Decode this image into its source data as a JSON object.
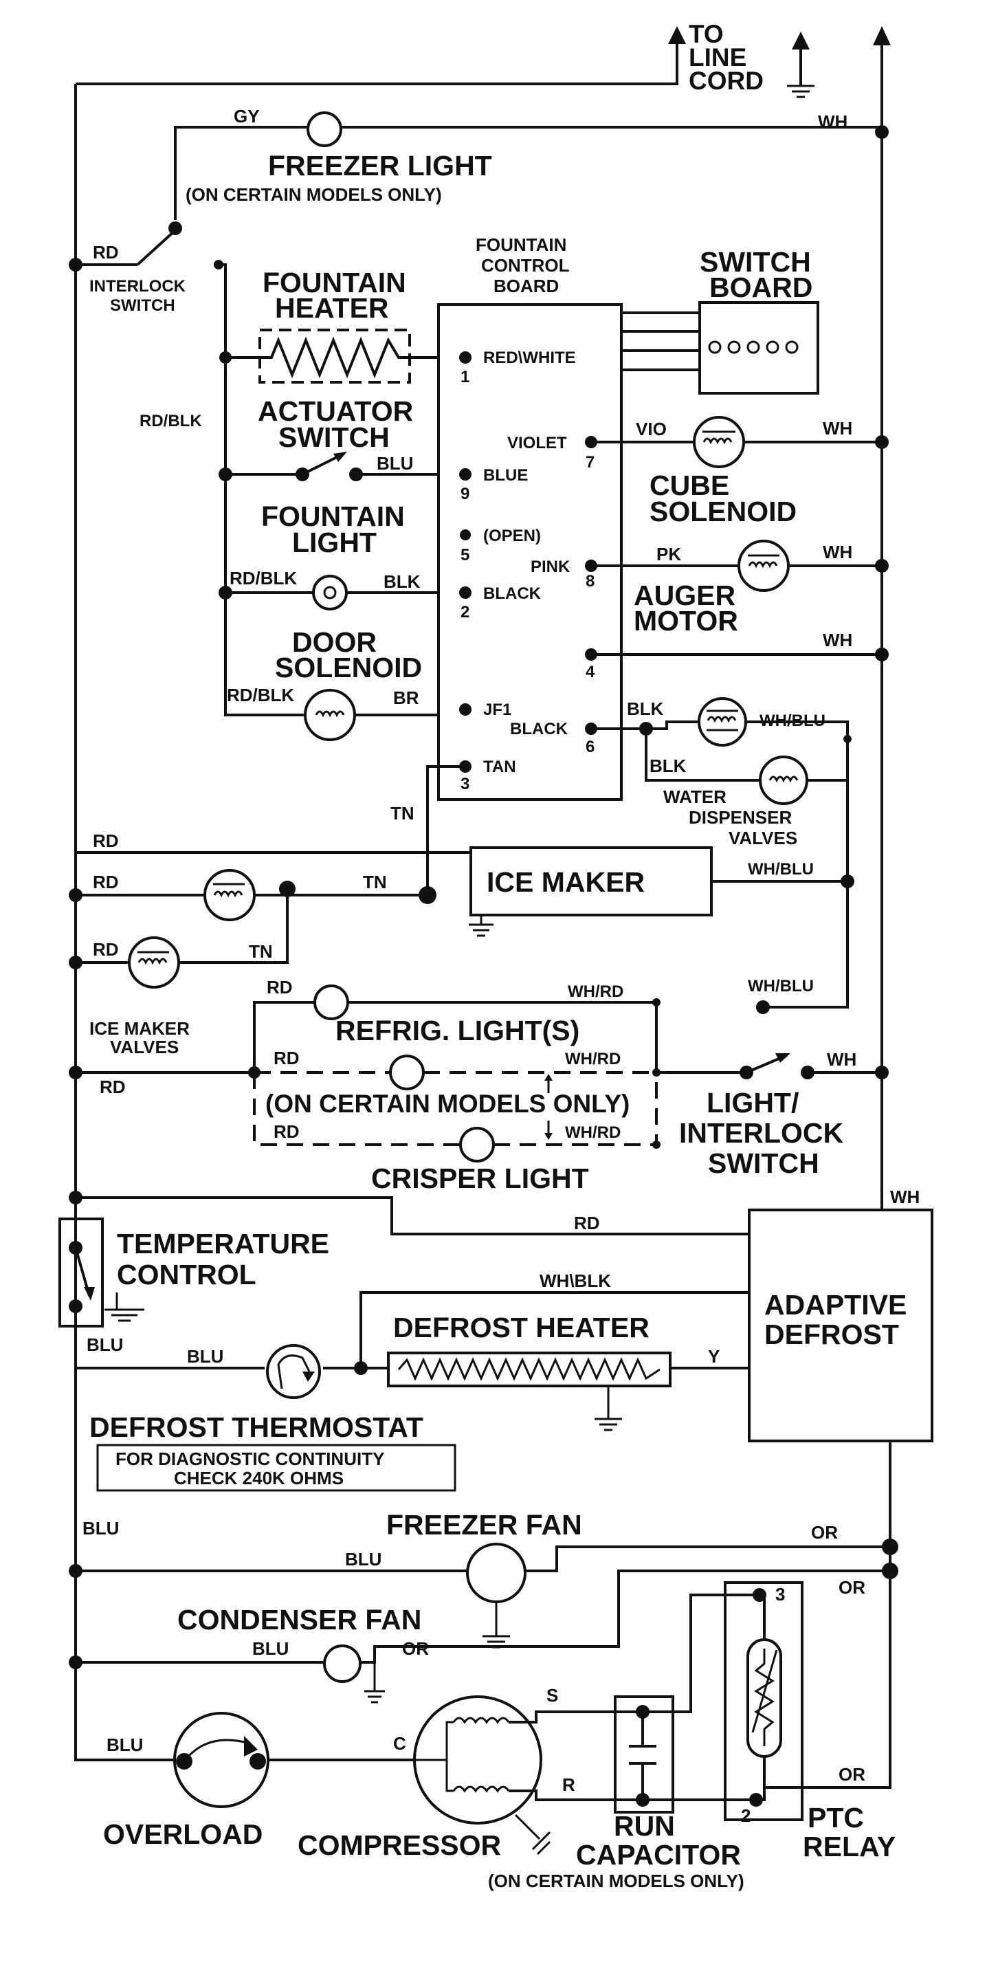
{
  "top": {
    "line_cord": [
      "TO",
      "LINE",
      "CORD"
    ]
  },
  "freezer_light": {
    "title": "FREEZER LIGHT",
    "note": "(ON CERTAIN MODELS ONLY)",
    "wire_gy": "GY",
    "wire_wh": "WH"
  },
  "interlock_switch": {
    "label": [
      "INTERLOCK",
      "SWITCH"
    ],
    "wire_rd": "RD",
    "wire_rdblk": "RD/BLK"
  },
  "fountain_heater": {
    "label": [
      "FOUNTAIN",
      "HEATER"
    ]
  },
  "actuator_switch": {
    "label": [
      "ACTUATOR",
      "SWITCH"
    ],
    "wire": "BLU"
  },
  "fountain_light": {
    "label": [
      "FOUNTAIN",
      "LIGHT"
    ],
    "wire_left": "RD/BLK",
    "wire_right": "BLK"
  },
  "door_solenoid": {
    "label": [
      "DOOR",
      "SOLENOID"
    ],
    "wire_left": "RD/BLK",
    "wire_right": "BR"
  },
  "control_board": {
    "title": [
      "FOUNTAIN",
      "CONTROL",
      "BOARD"
    ],
    "pins": [
      {
        "name": "RED\\WHITE",
        "num": "1"
      },
      {
        "name": "VIOLET",
        "num": "7"
      },
      {
        "name": "BLUE",
        "num": "9"
      },
      {
        "name": "(OPEN)",
        "num": "5"
      },
      {
        "name": "PINK",
        "num": "8"
      },
      {
        "name": "BLACK",
        "num": "2"
      },
      {
        "name": "",
        "num": "4"
      },
      {
        "name": "JF1",
        "num": ""
      },
      {
        "name": "BLACK",
        "num": "6"
      },
      {
        "name": "TAN",
        "num": "3"
      }
    ]
  },
  "switch_board": {
    "label": [
      "SWITCH",
      "BOARD"
    ]
  },
  "cube_solenoid": {
    "label": [
      "CUBE",
      "SOLENOID"
    ],
    "wire_left": "VIO",
    "wire_right": "WH"
  },
  "auger_motor": {
    "label": [
      "AUGER",
      "MOTOR"
    ],
    "wire_left": "PK",
    "wire_right": "WH"
  },
  "pin4_wire": "WH",
  "water_valves": {
    "label": [
      "WATER",
      "DISPENSER",
      "VALVES"
    ],
    "wire_blk1": "BLK",
    "wire_blk2": "BLK",
    "wire_whblu": "WH/BLU"
  },
  "ice_maker": {
    "label": "ICE MAKER",
    "wire_tn": "TN",
    "wire_whblu": "WH/BLU",
    "wire_whblu2": "WH/BLU"
  },
  "ice_maker_valves": {
    "label": [
      "ICE MAKER",
      "VALVES"
    ],
    "wire_rd1": "RD",
    "wire_rd2": "RD",
    "wire_rd3": "RD",
    "wire_tn1": "TN",
    "wire_tn2": "TN"
  },
  "refrig_lights": {
    "title": "REFRIG. LIGHT(S)",
    "note": "(ON CERTAIN MODELS ONLY)",
    "crisper": "CRISPER LIGHT",
    "wires": {
      "rd_top": "RD",
      "whrd_top": "WH/RD",
      "rd_mid": "RD",
      "whrd_mid": "WH/RD",
      "rd_bot": "RD",
      "whrd_bot": "WH/RD",
      "rd_left": "RD"
    }
  },
  "light_interlock": {
    "label": [
      "LIGHT/",
      "INTERLOCK",
      "SWITCH"
    ],
    "wire": "WH"
  },
  "temperature_control": {
    "label": [
      "TEMPERATURE",
      "CONTROL"
    ],
    "wire": "BLU"
  },
  "adaptive_defrost": {
    "label": [
      "ADAPTIVE",
      "DEFROST"
    ],
    "wire_rd": "RD",
    "wire_whblk": "WH\\BLK",
    "wire_wh": "WH",
    "wire_y": "Y"
  },
  "defrost_heater": {
    "label": "DEFROST HEATER"
  },
  "defrost_thermostat": {
    "label": "DEFROST THERMOSTAT",
    "note": [
      "FOR DIAGNOSTIC CONTINUITY",
      "CHECK 240K OHMS"
    ],
    "wire": "BLU"
  },
  "freezer_fan": {
    "label": "FREEZER FAN",
    "wire_blu": "BLU",
    "wire_blu_left": "BLU",
    "wire_or": "OR"
  },
  "condenser_fan": {
    "label": "CONDENSER FAN",
    "wire_blu": "BLU",
    "wire_or": "OR",
    "wire_or2": "OR"
  },
  "overload": {
    "label": "OVERLOAD",
    "wire": "BLU"
  },
  "compressor": {
    "label": "COMPRESSOR",
    "c": "C",
    "s": "S",
    "r": "R"
  },
  "run_capacitor": {
    "label": [
      "RUN",
      "CAPACITOR"
    ],
    "note": "(ON CERTAIN MODELS ONLY)"
  },
  "ptc_relay": {
    "label": [
      "PTC",
      "RELAY"
    ],
    "pin_top": "3",
    "pin_bot": "2",
    "wire_or": "OR"
  }
}
